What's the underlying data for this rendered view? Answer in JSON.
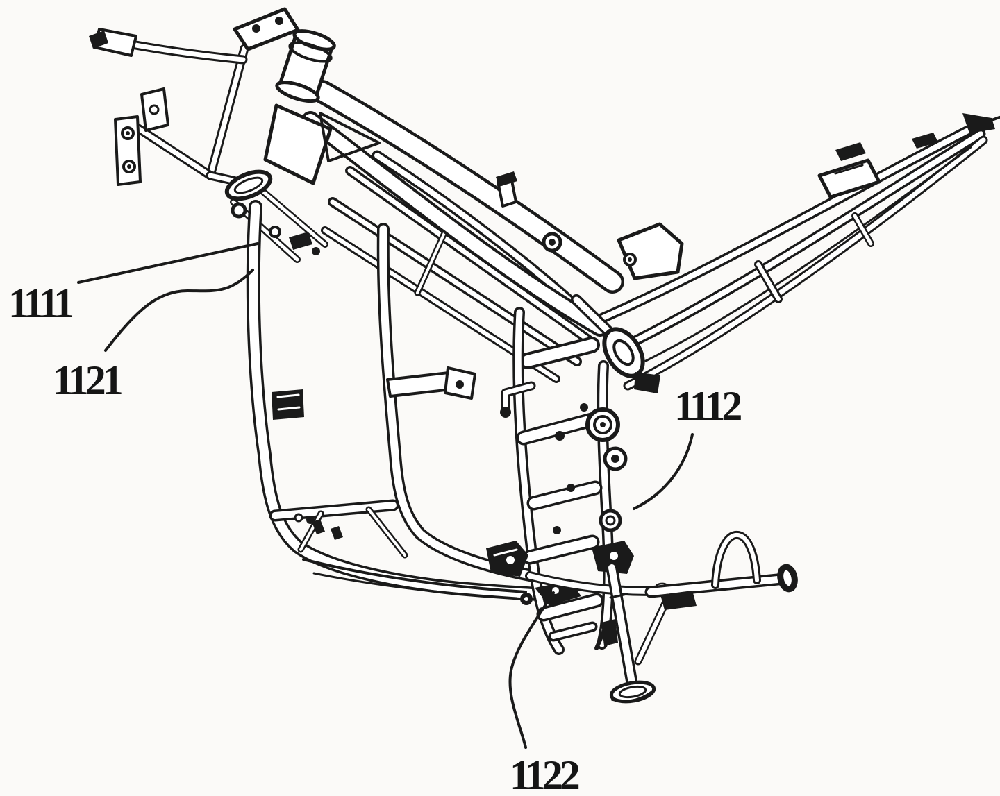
{
  "figure": {
    "background_color": "#fbfaf8",
    "line_color": "#1a1a1a",
    "labels": [
      {
        "text": "1111"
      },
      {
        "text": "1121"
      },
      {
        "text": "1112"
      },
      {
        "text": "1122"
      }
    ]
  }
}
